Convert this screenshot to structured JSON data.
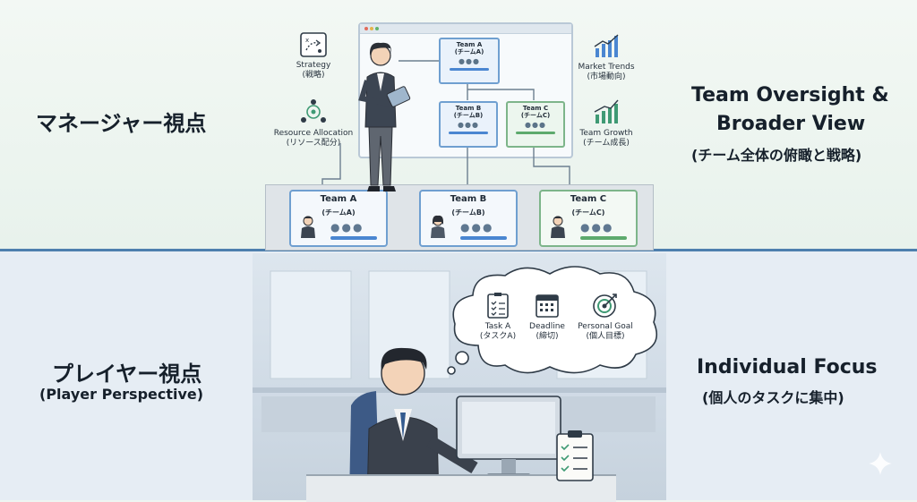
{
  "manager": {
    "title": "マネージャー視点",
    "right_title_line1": "Team Oversight &",
    "right_title_line2": "Broader View",
    "right_subtitle": "(チーム全体の俯瞰と戦略)",
    "icons": {
      "strategy": {
        "label": "Strategy",
        "jp": "(戦略)",
        "icon": "strategy-icon"
      },
      "resource": {
        "label": "Resource Allocation",
        "jp": "(リソース配分)",
        "icon": "network-icon"
      },
      "market": {
        "label": "Market Trends",
        "jp": "(市場動向)",
        "icon": "bar-chart-icon"
      },
      "growth": {
        "label": "Team Growth",
        "jp": "(チーム成長)",
        "icon": "growth-chart-icon"
      }
    },
    "board": {
      "team_a": {
        "name": "Team A",
        "jp": "(チームA)"
      },
      "team_b": {
        "name": "Team B",
        "jp": "(チームB)"
      },
      "team_c": {
        "name": "Team C",
        "jp": "(チームC)"
      }
    },
    "cards": {
      "team_a": {
        "name": "Team A",
        "jp": "(チームA)"
      },
      "team_b": {
        "name": "Team B",
        "jp": "(チームB)"
      },
      "team_c": {
        "name": "Team C",
        "jp": "(チームC)"
      }
    }
  },
  "player": {
    "title": "プレイヤー視点",
    "subtitle": "(Player Perspective)",
    "right_title": "Individual Focus",
    "right_subtitle": "(個人のタスクに集中)",
    "thoughts": {
      "task": {
        "label": "Task A",
        "jp": "(タスクA)",
        "icon": "checklist-icon"
      },
      "deadline": {
        "label": "Deadline",
        "jp": "(締切)",
        "icon": "calendar-icon"
      },
      "goal": {
        "label": "Personal Goal",
        "jp": "(個人目標)",
        "icon": "target-icon"
      }
    }
  },
  "colors": {
    "divider": "#4d7fae",
    "blue_accent": "#4a86d1",
    "green_accent": "#5daa6d"
  }
}
